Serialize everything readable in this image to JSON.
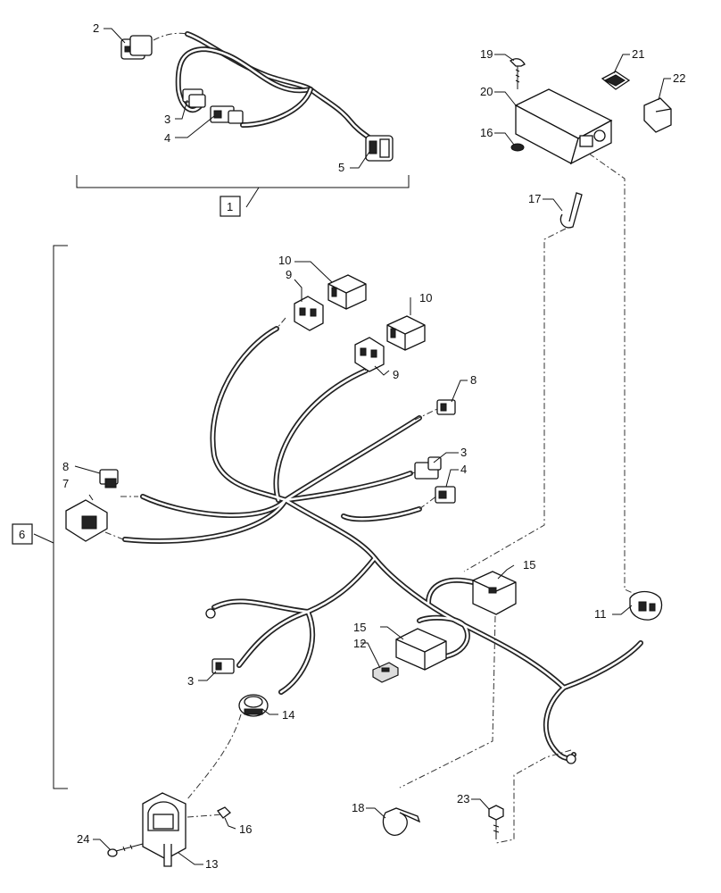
{
  "callouts": {
    "c1": "1",
    "c2": "2",
    "c3a": "3",
    "c4a": "4",
    "c5": "5",
    "c6": "6",
    "c7": "7",
    "c8a": "8",
    "c8b": "8",
    "c9a": "9",
    "c9b": "9",
    "c10a": "10",
    "c10b": "10",
    "c3b": "3",
    "c4b": "4",
    "c3c": "3",
    "c11": "11",
    "c12": "12",
    "c13": "13",
    "c14": "14",
    "c15a": "15",
    "c15b": "15",
    "c16a": "16",
    "c16b": "16",
    "c17": "17",
    "c18": "18",
    "c19": "19",
    "c20": "20",
    "c21": "21",
    "c22": "22",
    "c23": "23",
    "c24": "24"
  }
}
